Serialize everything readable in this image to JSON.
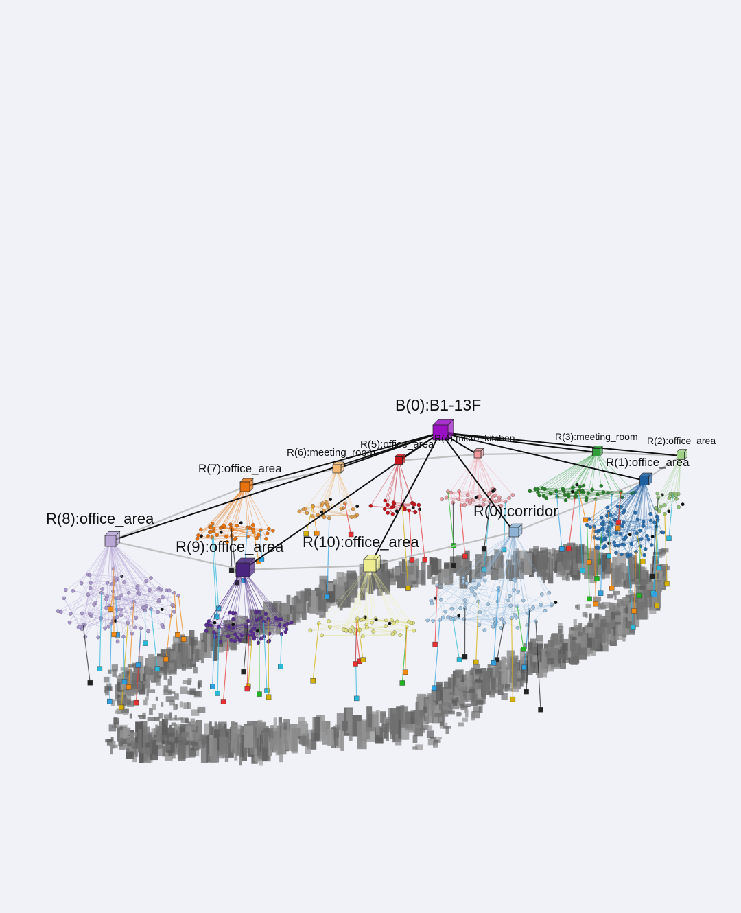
{
  "building": {
    "id": "b0",
    "label": "B(0):B1-13F",
    "color": "#9b10c4"
  },
  "rooms": [
    {
      "id": "r0",
      "label": "R(0):corridor",
      "color": "#8fb3d4",
      "point": "#9ec3e0"
    },
    {
      "id": "r1",
      "label": "R(1):office_area",
      "color": "#1f5f9e",
      "point": "#2a6fb0"
    },
    {
      "id": "r2",
      "label": "R(2):office_area",
      "color": "#9fcf85",
      "point": "#8fbf75"
    },
    {
      "id": "r3",
      "label": "R(3):meeting_room",
      "color": "#2f9e3a",
      "point": "#2a7f2a"
    },
    {
      "id": "r4",
      "label": "R(4):micro_kitchen",
      "color": "#f29a9e",
      "point": "#e49aa0"
    },
    {
      "id": "r5",
      "label": "R(5):office_area",
      "color": "#c4161c",
      "point": "#c4161c"
    },
    {
      "id": "r6",
      "label": "R(6):meeting_room",
      "color": "#f2b873",
      "point": "#d99a4c"
    },
    {
      "id": "r7",
      "label": "R(7):office_area",
      "color": "#e8730c",
      "point": "#e8730c"
    },
    {
      "id": "r8",
      "label": "R(8):office_area",
      "color": "#b9a8d6",
      "point": "#a896cc"
    },
    {
      "id": "r9",
      "label": "R(9):office_area",
      "color": "#4a2580",
      "point": "#5a2d94"
    },
    {
      "id": "r10",
      "label": "R(10):office_area",
      "color": "#eeee90",
      "point": "#dede80"
    }
  ],
  "object_colors": [
    "#d4b000",
    "#2ab8d8",
    "#22b522",
    "#e83030",
    "#f08a10",
    "#2fa0e0",
    "#222222"
  ]
}
